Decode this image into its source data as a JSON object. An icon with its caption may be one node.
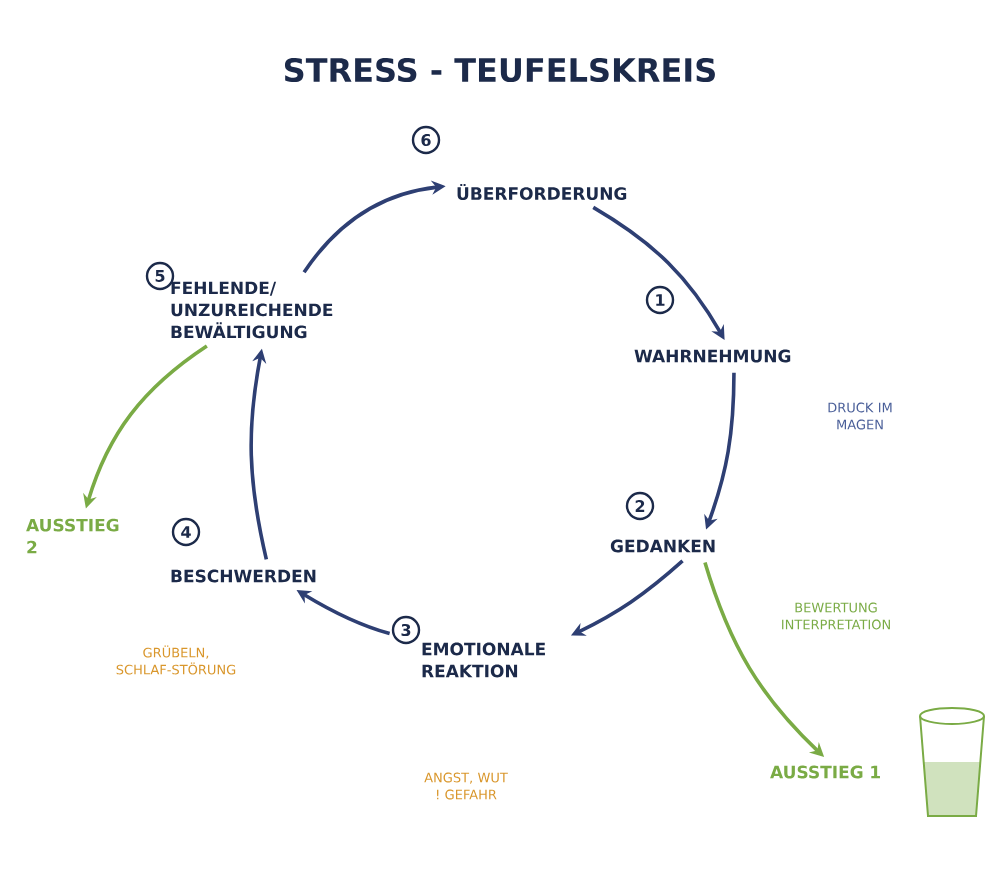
{
  "diagram": {
    "title": "STRESS - TEUFELSKREIS",
    "nodes": [
      {
        "text": [
          "6",
          "ÜBERFORDERUNG"
        ]
      },
      {
        "text": [
          "1",
          "WAHRNEHMUNG"
        ]
      },
      {
        "text": [
          "2",
          "GEDANKEN"
        ]
      },
      {
        "text": [
          "3",
          "EMOTIONALE REAKTION"
        ]
      },
      {
        "text": [
          "4",
          "BESCHWERDEN"
        ]
      },
      {
        "text": [
          "5",
          "FEHLENDE/ UNZUREICHENDE BEWÄLTIGUNG"
        ]
      },
      {
        "text": [
          "AUSSTIEG 2"
        ]
      },
      {
        "text": [
          "AUSSTIEG 1"
        ]
      }
    ],
    "edges": [
      {
        "from": 0,
        "to": 1,
        "arrow": "to"
      },
      {
        "from": 1,
        "to": 2,
        "arrow": "to"
      },
      {
        "from": 2,
        "to": 3,
        "arrow": "to"
      },
      {
        "from": 3,
        "to": 4,
        "arrow": "to"
      },
      {
        "from": 4,
        "to": 5,
        "arrow": "to"
      },
      {
        "from": 5,
        "to": 0,
        "arrow": "to"
      },
      {
        "from": 5,
        "to": 6,
        "arrow": "to",
        "color": "#7aab45"
      },
      {
        "from": 2,
        "to": 7,
        "arrow": "to",
        "color": "#7aab45"
      }
    ],
    "labels": [
      "DRUCK IM MAGEN",
      "BEWERTUNG INTERPRETATION",
      "GRÜBELN, SCHLAF-STÖRUNG",
      "ANGST, WUT ! GEFAHR"
    ]
  }
}
